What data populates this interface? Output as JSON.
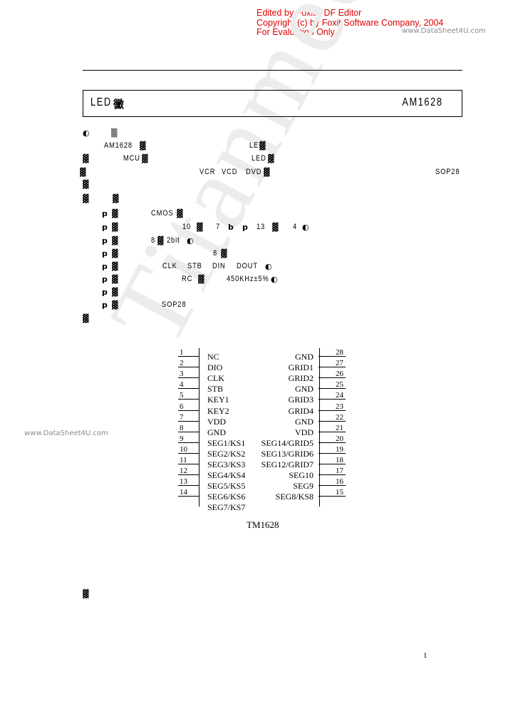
{
  "foxit": {
    "line1": "Edited by Foxit PDF Editor",
    "line2": "Copyright (c) by Foxit Software Company, 2004",
    "line3": "For Evaluation Only."
  },
  "watermark": {
    "url_top": "www.DataSheet4U.com",
    "url_left": "www.DataSheet4U.com",
    "diagonal": "Titanmec"
  },
  "title": {
    "left": "LED",
    "right": "AM1628"
  },
  "lines": {
    "l1a": "AM1628",
    "l1b": "LE",
    "l2a": "MCU",
    "l2b": "LED",
    "l3a": "VCR",
    "l3b": "VCD",
    "l3c": "DVD",
    "l3d": "SOP28"
  },
  "features": [
    {
      "a": "CMOS"
    },
    {
      "a": "10",
      "b": "7",
      "c": "13",
      "d": "4"
    },
    {
      "a": "8",
      "b": "2bit"
    },
    {
      "a": "8"
    },
    {
      "a": "CLK",
      "b": "STB",
      "c": "DIN",
      "d": "DOUT"
    },
    {
      "a": "RC",
      "b": "450KHz±5%"
    },
    {
      "a": ""
    },
    {
      "a": "SOP28"
    }
  ],
  "pins": {
    "left": [
      {
        "num": "1",
        "name": "NC"
      },
      {
        "num": "2",
        "name": "DIO"
      },
      {
        "num": "3",
        "name": "CLK"
      },
      {
        "num": "4",
        "name": "STB"
      },
      {
        "num": "5",
        "name": "KEY1"
      },
      {
        "num": "6",
        "name": "KEY2"
      },
      {
        "num": "7",
        "name": "VDD"
      },
      {
        "num": "8",
        "name": "GND"
      },
      {
        "num": "9",
        "name": "SEG1/KS1"
      },
      {
        "num": "10",
        "name": "SEG2/KS2"
      },
      {
        "num": "11",
        "name": "SEG3/KS3"
      },
      {
        "num": "12",
        "name": "SEG4/KS4"
      },
      {
        "num": "13",
        "name": "SEG5/KS5"
      },
      {
        "num": "14",
        "name": "SEG6/KS6"
      },
      {
        "num": "",
        "name": "SEG7/KS7"
      }
    ],
    "right": [
      {
        "num": "28",
        "name": "GND"
      },
      {
        "num": "27",
        "name": "GRID1"
      },
      {
        "num": "26",
        "name": "GRID2"
      },
      {
        "num": "25",
        "name": "GND"
      },
      {
        "num": "24",
        "name": "GRID3"
      },
      {
        "num": "23",
        "name": "GRID4"
      },
      {
        "num": "22",
        "name": "GND"
      },
      {
        "num": "21",
        "name": "VDD"
      },
      {
        "num": "20",
        "name": "SEG14/GRID5"
      },
      {
        "num": "19",
        "name": "SEG13/GRID6"
      },
      {
        "num": "18",
        "name": "SEG12/GRID7"
      },
      {
        "num": "17",
        "name": "SEG10"
      },
      {
        "num": "16",
        "name": "SEG9"
      },
      {
        "num": "15",
        "name": "SEG8/KS8"
      }
    ]
  },
  "caption": "TM1628",
  "page_number": "1"
}
